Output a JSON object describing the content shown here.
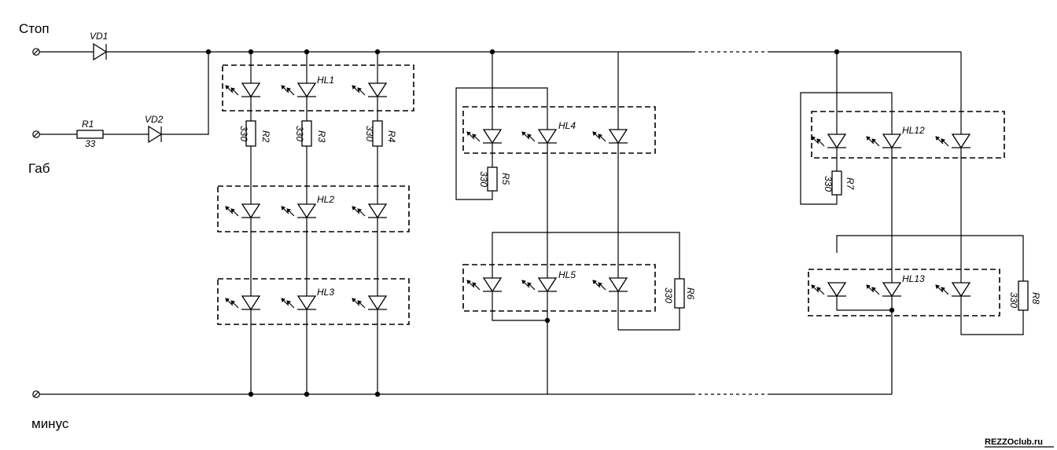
{
  "terminals": {
    "stop": "Стоп",
    "gab": "Габ",
    "minus": "минус"
  },
  "components": {
    "VD1": "VD1",
    "VD2": "VD2",
    "R1": "R1",
    "R1_val": "33",
    "R2": "R2",
    "R3": "R3",
    "R4": "R4",
    "R5": "R5",
    "R6": "R6",
    "R7": "R7",
    "R8": "R8",
    "res_val": "330",
    "HL1": "HL1",
    "HL2": "HL2",
    "HL3": "HL3",
    "HL4": "HL4",
    "HL5": "HL5",
    "HL12": "HL12",
    "HL13": "HL13"
  },
  "watermark": "REZZOclub.ru"
}
